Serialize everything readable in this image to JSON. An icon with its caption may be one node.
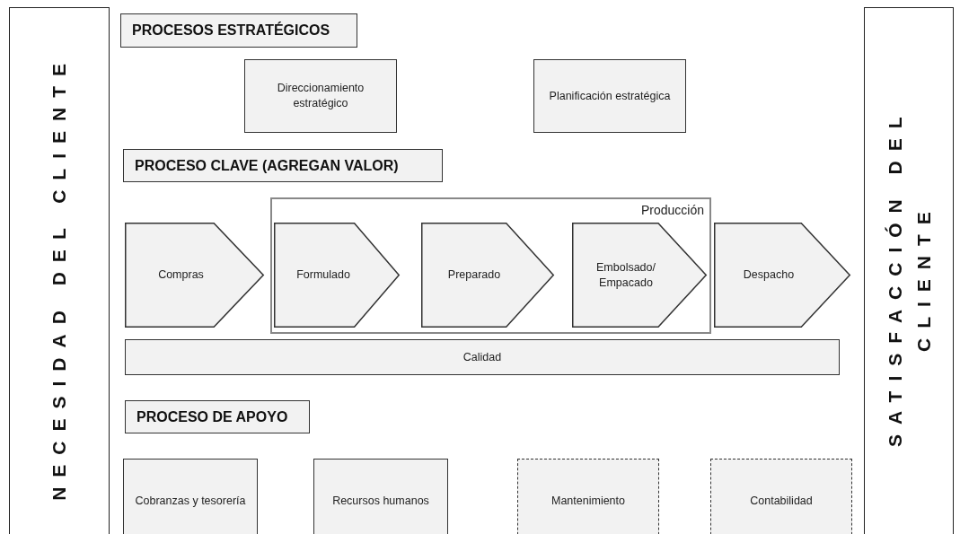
{
  "diagram": {
    "nodes": [
      {
        "text": [
          "NECESIDAD DEL CLIENTE"
        ]
      },
      {
        "text": [
          "PROCESOS ESTRATÉGICOS"
        ]
      },
      {
        "text": [
          "Direccionamiento estratégico"
        ]
      },
      {
        "text": [
          "Planificación estratégica"
        ]
      },
      {
        "text": [
          "PROCESO CLAVE (AGREGAN VALOR)"
        ]
      },
      {
        "text": [
          "Producción"
        ]
      },
      {
        "text": [
          "Compras"
        ]
      },
      {
        "text": [
          "Formulado"
        ],
        "in": 5
      },
      {
        "text": [
          "Preparado"
        ],
        "in": 5
      },
      {
        "text": [
          "Embolsado/ Empacado"
        ],
        "in": 5
      },
      {
        "text": [
          "Despacho"
        ]
      },
      {
        "text": [
          "Calidad"
        ]
      },
      {
        "text": [
          "PROCESO DE APOYO"
        ]
      },
      {
        "text": [
          "Cobranzas y tesorería"
        ]
      },
      {
        "text": [
          "Recursos humanos"
        ]
      },
      {
        "text": [
          "Mantenimiento"
        ]
      },
      {
        "text": [
          "Contabilidad"
        ]
      },
      {
        "text": [
          "SATISFACCIÓN DEL CLIENTE"
        ]
      }
    ]
  }
}
